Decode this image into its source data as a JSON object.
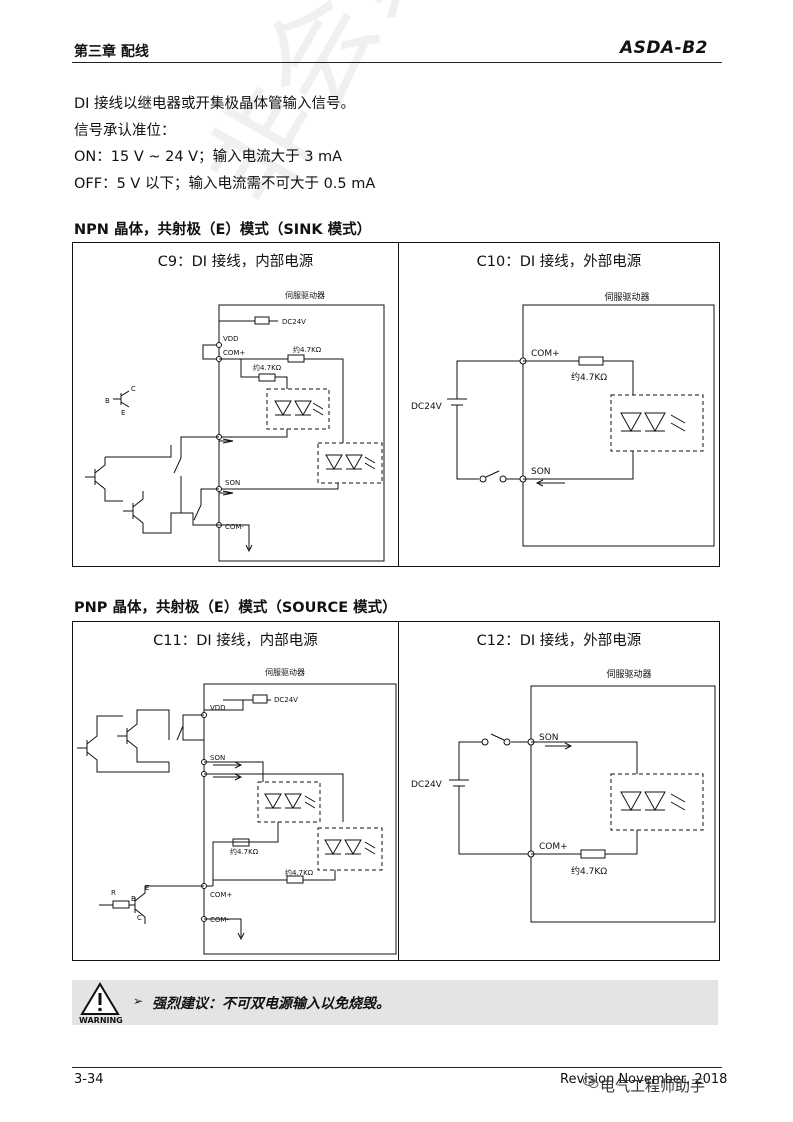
{
  "header": {
    "chapter": "第三章  配线",
    "brand": "ASDA-B2"
  },
  "intro": [
    "DI 接线以继电器或开集极晶体管输入信号。",
    "信号承认准位：",
    "ON：15 V ~ 24 V；输入电流大于  3 mA",
    "OFF：5 V  以下；输入电流需不可大于 0.5 mA"
  ],
  "sections": {
    "npn_title": "NPN 晶体，共射极（E）模式（SINK 模式）",
    "pnp_title": "PNP 晶体，共射极（E）模式（SOURCE 模式）"
  },
  "diagrams": {
    "c9": {
      "title": "C9：DI 接线，内部电源",
      "drive": "伺服驱动器",
      "dc": "DC24V",
      "vdd": "VDD",
      "com_plus": "COM+",
      "res_top": "约4.7KΩ",
      "res_left": "约4.7KΩ",
      "son": "SON",
      "com_minus": "COM-",
      "b": "B",
      "c": "C",
      "e": "E"
    },
    "c10": {
      "title": "C10：DI 接线，外部电源",
      "drive": "伺服驱动器",
      "dc": "DC24V",
      "com_plus": "COM+",
      "res": "约4.7KΩ",
      "son": "SON"
    },
    "c11": {
      "title": "C11：DI 接线，内部电源",
      "drive": "伺服驱动器",
      "dc": "DC24V",
      "vdd": "VDD",
      "son": "SON",
      "res_1": "约4.7KΩ",
      "res_2": "约4.7KΩ",
      "com_plus": "COM+",
      "com_minus": "COM-",
      "r": "R",
      "b": "B",
      "c": "C",
      "e": "E"
    },
    "c12": {
      "title": "C12：DI 接线，外部电源",
      "drive": "伺服驱动器",
      "dc": "DC24V",
      "son": "SON",
      "com_plus": "COM+",
      "res": "约4.7KΩ"
    }
  },
  "warning": {
    "arrow": "➢",
    "text": "强烈建议：不可双电源输入以免烧毁。",
    "label": "WARNING"
  },
  "footer": {
    "page": "3-34",
    "revision": "Revision November, 2018",
    "wechat": "电气工程师助手"
  },
  "watermark": "非会员水印"
}
